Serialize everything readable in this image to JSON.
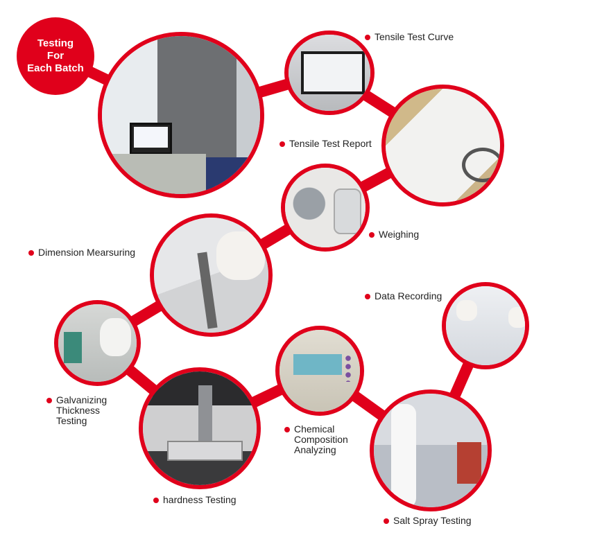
{
  "badge": {
    "lines": [
      "Testing",
      "For",
      "Each Batch"
    ]
  },
  "accent_color": "#e0001b",
  "steps": [
    {
      "label": "Tensile Test Curve"
    },
    {
      "label": "Tensile Test Report"
    },
    {
      "label": "Weighing"
    },
    {
      "label": "Dimension Mearsuring"
    },
    {
      "label": "Data Recording"
    },
    {
      "label": "Galvanizing",
      "label2": "Thickness",
      "label3": "Testing"
    },
    {
      "label": "Chemical",
      "label2": "Composition",
      "label3": "Analyzing"
    },
    {
      "label": "hardness Testing"
    },
    {
      "label": "Salt Spray Testing"
    }
  ]
}
